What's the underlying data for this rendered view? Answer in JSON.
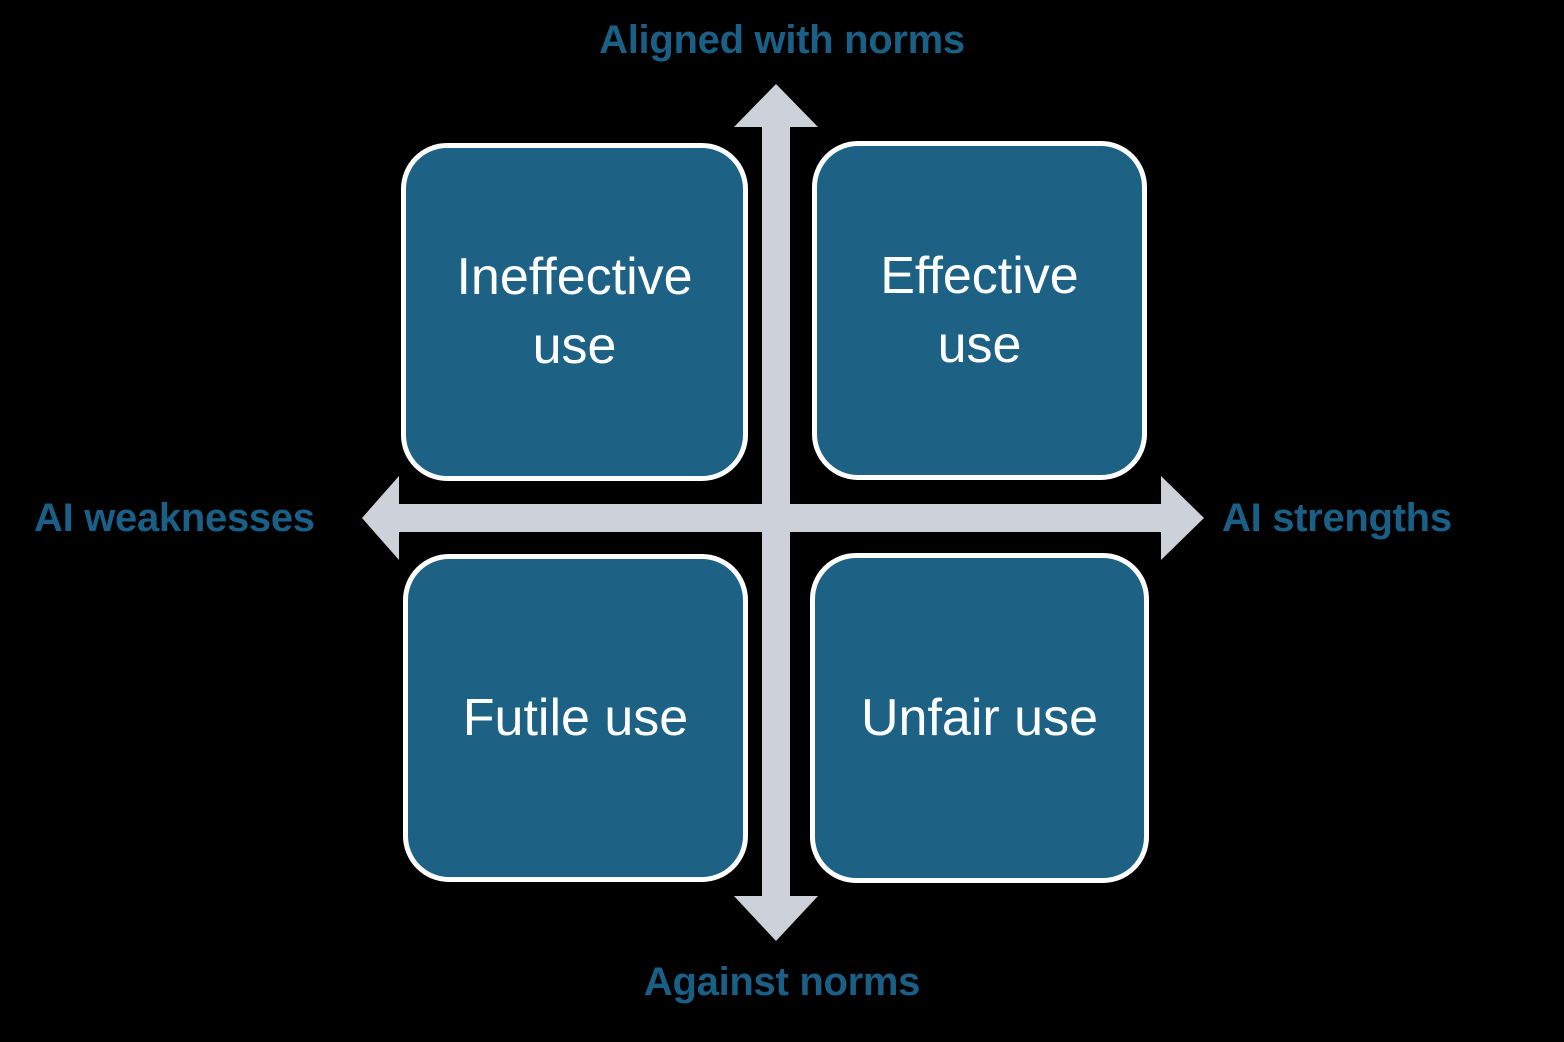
{
  "diagram": {
    "title": "AI use quadrant",
    "colors": {
      "background": "#000000",
      "box_fill": "#1d6285",
      "box_border": "#ffffff",
      "axis_arrow": "#ccd1da",
      "axis_label_text": "#1a5f85",
      "box_label_text": "#ffffff"
    },
    "axes": {
      "vertical": {
        "top_label": "Aligned with norms",
        "bottom_label": "Against norms"
      },
      "horizontal": {
        "left_label": "AI weaknesses",
        "right_label": "AI strengths"
      }
    },
    "quadrants": [
      {
        "id": "ineffective",
        "label": "Ineffective use",
        "position": "top-left"
      },
      {
        "id": "effective",
        "label": "Effective use",
        "position": "top-right"
      },
      {
        "id": "futile",
        "label": "Futile use",
        "position": "bottom-left"
      },
      {
        "id": "unfair",
        "label": "Unfair use",
        "position": "bottom-right"
      }
    ]
  }
}
